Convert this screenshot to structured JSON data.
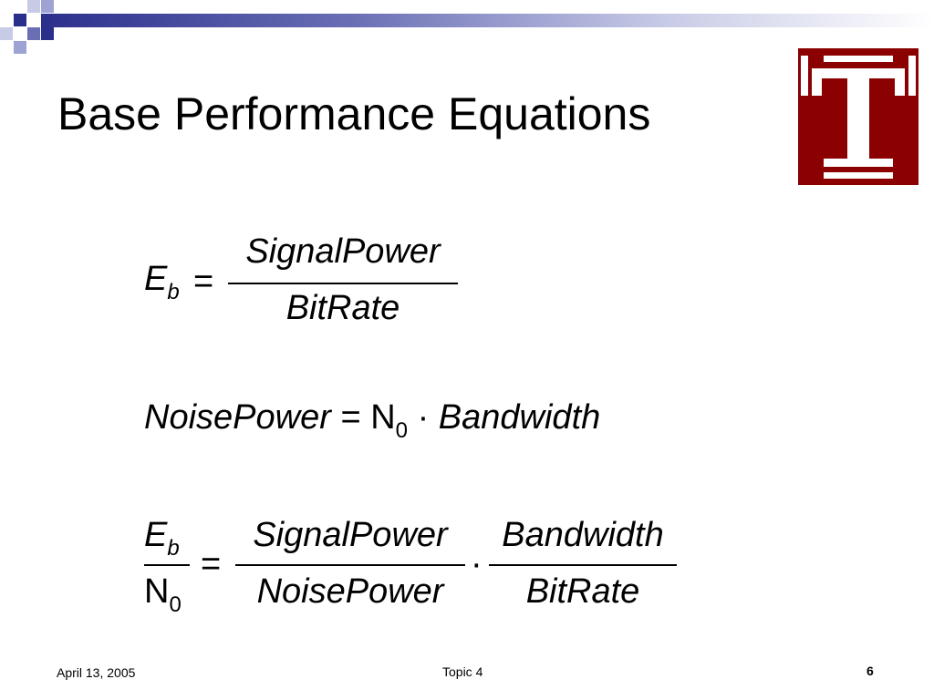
{
  "slide": {
    "title": "Base Performance Equations",
    "footer": {
      "date": "April 13, 2005",
      "topic": "Topic 4",
      "page_number": "6"
    }
  },
  "equations": {
    "eq1": {
      "lhs_main": "E",
      "lhs_sub": "b",
      "equals": "=",
      "numerator": "SignalPower",
      "denominator": "BitRate"
    },
    "eq2": {
      "lhs": "NoisePower",
      "equals": "=",
      "n_main": "N",
      "n_sub": "0",
      "dot": "·",
      "rhs": "Bandwidth"
    },
    "eq3": {
      "num_main": "E",
      "num_sub": "b",
      "den_main": "N",
      "den_sub": "0",
      "equals": "=",
      "frac1_num": "SignalPower",
      "frac1_den": "NoisePower",
      "dot": "·",
      "frac2_num": "Bandwidth",
      "frac2_den": "BitRate"
    }
  },
  "colors": {
    "logo": "#8b0000",
    "deco_dark": "#2b2f8c",
    "deco_light": "#9fa3d4"
  },
  "logo": {
    "icon": "temple-t-logo"
  }
}
